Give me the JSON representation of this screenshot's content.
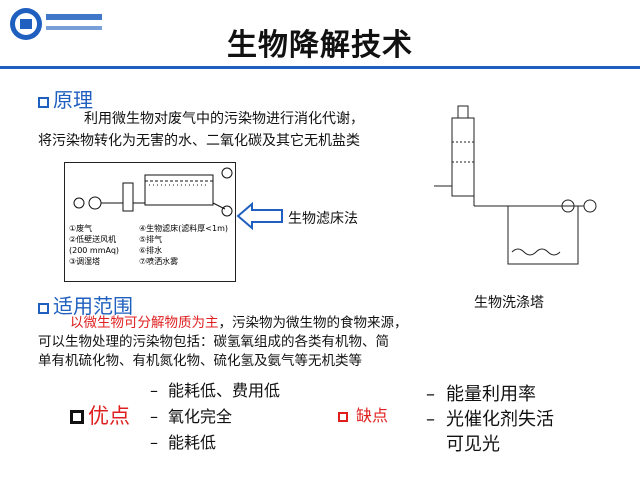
{
  "slide": {
    "title": "生物降解技术"
  },
  "principle": {
    "heading": "原理",
    "text_line1": "利用微生物对废气中的污染物进行消化代谢，",
    "text_line2": "将污染物转化为无害的水、二氧化碳及其它无机盐类"
  },
  "filter_diagram": {
    "legend": [
      "①废气",
      "②低壁送风机",
      "(200 mmAq)",
      "③调湿塔",
      "④生物滤床(滤料厚<1m)",
      "⑤排气",
      "⑥排水",
      "⑦喷洒水雾"
    ]
  },
  "filter_label": "生物滤床法",
  "wash_label": "生物洗涤塔",
  "scope": {
    "heading": "适用范围",
    "highlight": "以微生物可分解物质为主",
    "text_after_highlight": "，污染物为微生物的食物来源，",
    "line2": "可以生物处理的污染物包括：碳氢氧组成的各类有机物、简",
    "line3": "单有机硫化物、有机氮化物、硫化氢及氨气等无机类等"
  },
  "pros": {
    "heading": "优点",
    "items": [
      "能耗低、费用低",
      "氧化完全",
      "能耗低"
    ]
  },
  "cons": {
    "heading": "缺点",
    "items": [
      "能量利用率",
      "光催化剂失活",
      "可见光"
    ]
  },
  "colors": {
    "accent_blue": "#1f5fbf",
    "accent_red": "#e02020"
  }
}
